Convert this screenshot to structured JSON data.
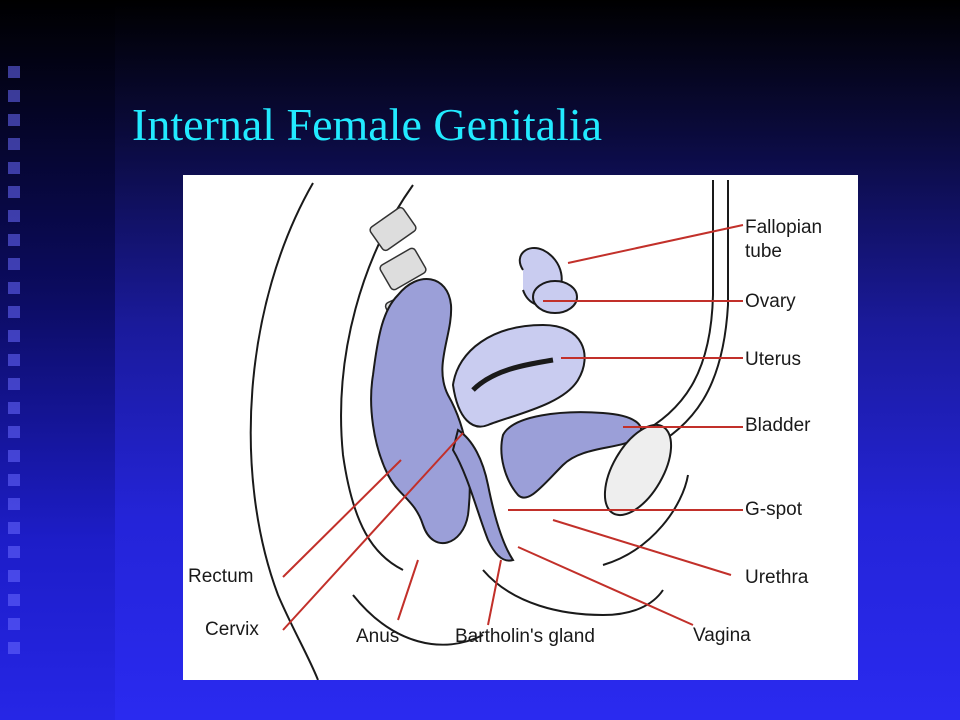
{
  "slide": {
    "title": "Internal Female Genitalia"
  },
  "colors": {
    "title": "#22eaff",
    "background_bottom": "#2a2af0",
    "organ_fill_dark": "#9b9fd8",
    "organ_fill_light": "#c9ccf0",
    "label_line": "#c2302a"
  },
  "diagram": {
    "labels": {
      "fallopian_tube_line1": "Fallopian",
      "fallopian_tube_line2": "tube",
      "ovary": "Ovary",
      "uterus": "Uterus",
      "bladder": "Bladder",
      "g_spot": "G-spot",
      "urethra": "Urethra",
      "vagina": "Vagina",
      "rectum": "Rectum",
      "cervix": "Cervix",
      "anus": "Anus",
      "bartholins_gland": "Bartholin's gland"
    }
  }
}
